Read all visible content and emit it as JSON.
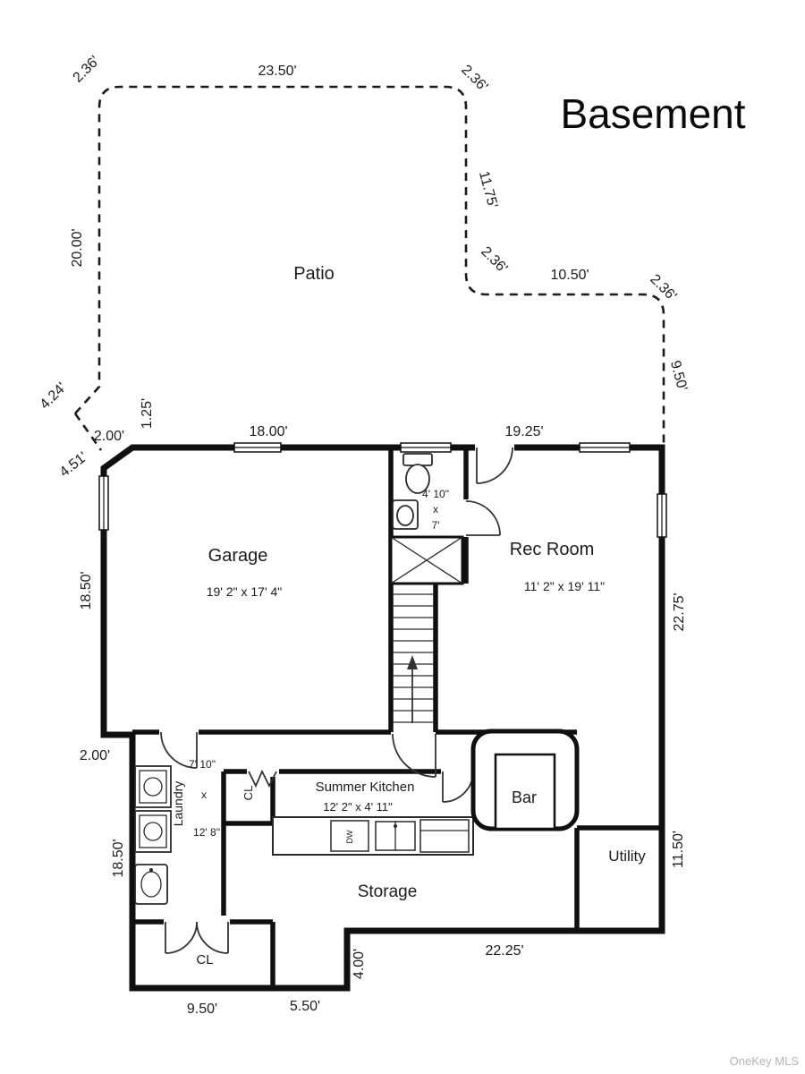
{
  "title": "Basement",
  "watermark": "OneKey MLS",
  "rooms": {
    "patio": "Patio",
    "garage": "Garage",
    "garage_dims": "19' 2\" x 17' 4\"",
    "rec_room": "Rec Room",
    "rec_room_dims": "11' 2\" x 19' 11\"",
    "bath_w": "4' 10\"",
    "bath_x": "x",
    "bath_l": "7'",
    "laundry": "Laundry",
    "laundry_w": "7' 10\"",
    "laundry_x": "x",
    "laundry_l": "12' 8\"",
    "closet_upper": "CL",
    "summer_kitchen": "Summer Kitchen",
    "summer_kitchen_dims": "12' 2\" x 4' 11\"",
    "bar": "Bar",
    "utility": "Utility",
    "storage": "Storage",
    "closet_lower": "CL",
    "dishwasher": "DW"
  },
  "dimensions": {
    "patio_corner_tl": "2.36'",
    "patio_top": "23.50'",
    "patio_corner_tr": "2.36'",
    "patio_right_upper": "11.75'",
    "patio_corner_mid": "2.36'",
    "patio_step_top": "10.50'",
    "patio_corner_outer": "2.36'",
    "patio_right_lower": "9.50'",
    "patio_left": "20.00'",
    "patio_diag": "4.24'",
    "entry_step": "1.25'",
    "entry_width": "2.00'",
    "entry_diag": "4.51'",
    "top_garage": "18.00'",
    "top_rec": "19.25'",
    "left_garage": "18.50'",
    "right_rec": "22.75'",
    "left_step": "2.00'",
    "left_lower": "18.50'",
    "right_utility": "11.50'",
    "bottom_step": "4.00'",
    "bottom_storage": "22.25'",
    "bottom_cl": "9.50'",
    "bottom_nook": "5.50'"
  }
}
